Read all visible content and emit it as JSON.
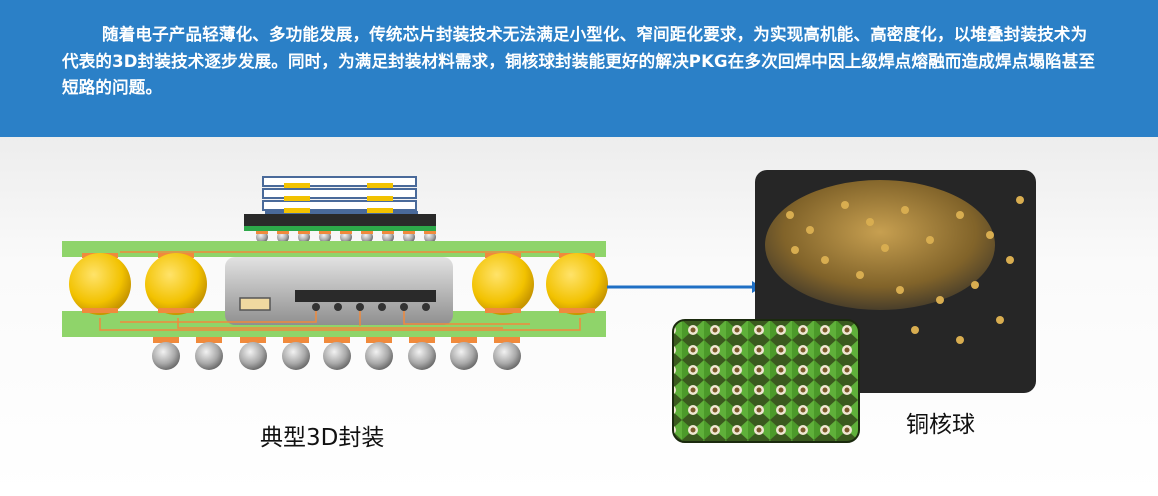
{
  "banner": {
    "text": "随着电子产品轻薄化、多功能发展，传统芯片封装技术无法满足小型化、窄间距化要求，为实现高机能、高密度化，以堆叠封装技术为代表的3D封装技术逐步发展。同时，为满足封装材料需求，铜核球封装能更好的解决PKG在多次回焊中因上级焊点熔融而造成焊点塌陷甚至短路的问题。"
  },
  "captions": {
    "package": "典型3D封装",
    "copper_ball": "铜核球"
  },
  "colors": {
    "banner_bg": "#2b80c7",
    "substrate": "#8fd46a",
    "solder_ball": "#f2c200",
    "pad": "#f08a3c",
    "bottom_ball": "#a9a9a9",
    "arrow": "#1f6fc4"
  }
}
